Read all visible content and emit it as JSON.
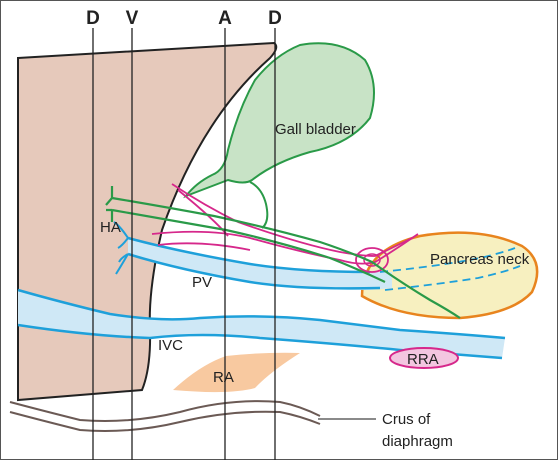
{
  "axes": {
    "left_d": "D",
    "v": "V",
    "a": "A",
    "right_d": "D"
  },
  "labels": {
    "gall_bladder": "Gall bladder",
    "ha": "HA",
    "pancreas_neck": "Pancreas neck",
    "pv": "PV",
    "ivc": "IVC",
    "ra": "RA",
    "rra": "RRA",
    "crus_line1": "Crus of",
    "crus_line2": "diaphragm"
  },
  "colors": {
    "liver": "#e6c9bb",
    "gall_bladder": "#c8e3c6",
    "green_stroke": "#2a9a48",
    "pancreas_fill": "#f7f0c0",
    "pancreas_stroke": "#e8841e",
    "vein_fill": "#cfe8f6",
    "vein_stroke": "#1ea0da",
    "magenta": "#d6288b",
    "ra_fill": "#f8c9a0",
    "crus": "#6b5a55"
  }
}
